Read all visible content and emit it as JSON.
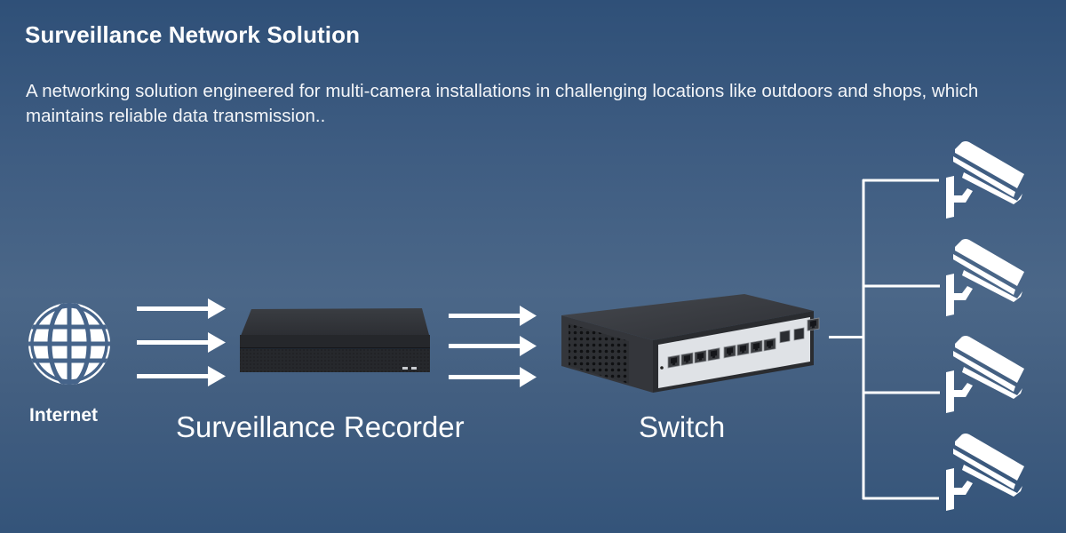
{
  "header": {
    "title": "Surveillance Network Solution",
    "description": "A networking solution engineered for multi-camera installations in challenging locations like outdoors and shops, which maintains reliable data transmission.."
  },
  "diagram": {
    "nodes": [
      {
        "id": "internet",
        "label": "Internet",
        "icon": "globe-icon"
      },
      {
        "id": "recorder",
        "label": "Surveillance Recorder",
        "icon": "nvr-device-image"
      },
      {
        "id": "switch",
        "label": "Switch",
        "icon": "network-switch-image"
      },
      {
        "id": "cameras",
        "label": "",
        "icon": "cctv-camera-icon",
        "count": 4
      }
    ],
    "edges": [
      {
        "from": "internet",
        "to": "recorder",
        "style": "triple-arrow"
      },
      {
        "from": "recorder",
        "to": "switch",
        "style": "triple-arrow"
      },
      {
        "from": "switch",
        "to": "cameras",
        "style": "branch-tree"
      }
    ]
  },
  "colors": {
    "background_top": "#2f5078",
    "background_mid": "#4b6788",
    "foreground": "#ffffff",
    "device_dark": "#2b2d31",
    "switch_panel": "#dfe2e6"
  }
}
